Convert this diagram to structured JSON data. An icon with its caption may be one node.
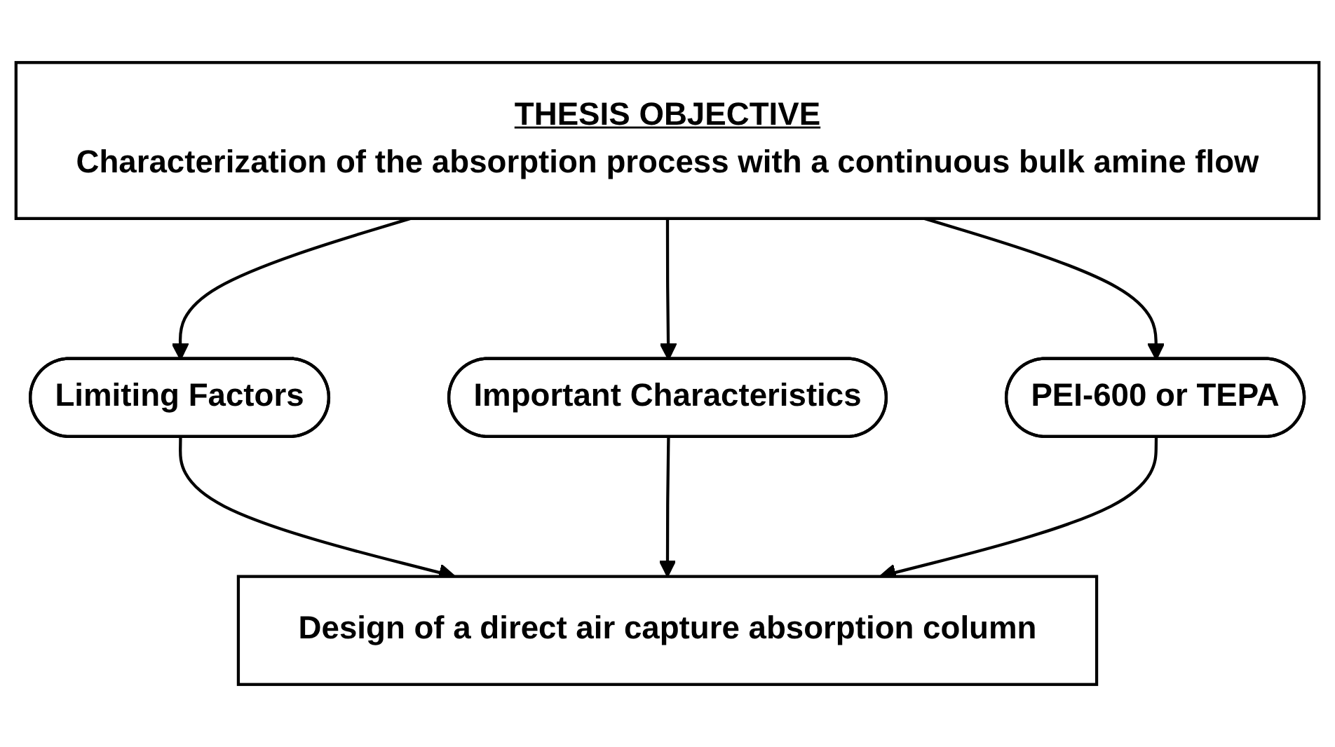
{
  "diagram": {
    "nodes": [
      {
        "text": [
          "THESIS OBJECTIVE",
          "Characterization of the absorption process with a continuous bulk amine flow"
        ]
      },
      {
        "text": [
          "Limiting Factors"
        ]
      },
      {
        "text": [
          "Important Characteristics"
        ]
      },
      {
        "text": [
          "PEI-600 or TEPA"
        ]
      },
      {
        "text": [
          "Design of a direct air capture absorption column"
        ]
      }
    ],
    "edges": [
      {
        "from": 0,
        "to": 1,
        "arrow": "to"
      },
      {
        "from": 0,
        "to": 2,
        "arrow": "to"
      },
      {
        "from": 0,
        "to": 3,
        "arrow": "to"
      },
      {
        "from": 1,
        "to": 4,
        "arrow": "to"
      },
      {
        "from": 2,
        "to": 4,
        "arrow": "to"
      },
      {
        "from": 3,
        "to": 4,
        "arrow": "to"
      }
    ]
  }
}
